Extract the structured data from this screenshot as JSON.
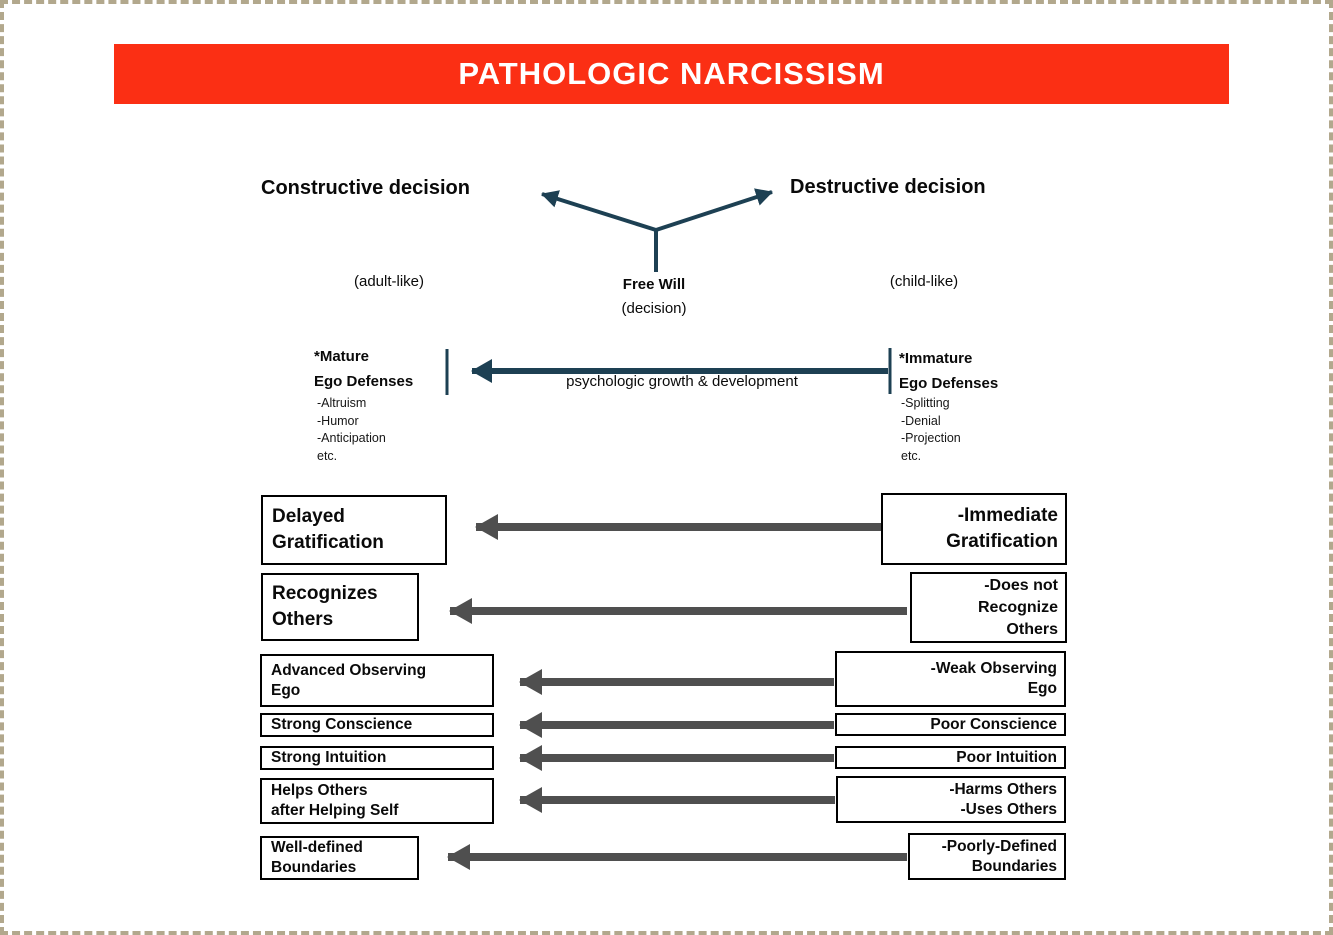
{
  "colors": {
    "accent_red": "#fb2f14",
    "navy_arrow": "#1d4053",
    "gray_arrow": "#4f4f4f",
    "frame_tan": "#b2a88d"
  },
  "banner": {
    "title": "PATHOLOGIC NARCISSISM"
  },
  "decision": {
    "constructive": "Constructive decision",
    "destructive": "Destructive decision",
    "adult_note": "(adult-like)",
    "child_note": "(child-like)",
    "free_will": "Free Will",
    "free_will_sub": "(decision)"
  },
  "defenses": {
    "mature": {
      "header": [
        "*Mature",
        "Ego Defenses"
      ],
      "items": [
        "-Altruism",
        "-Humor",
        "-Anticipation",
        "etc."
      ]
    },
    "immature": {
      "header": [
        "*Immature",
        "Ego Defenses"
      ],
      "items": [
        "-Splitting",
        "-Denial",
        "-Projection",
        "etc."
      ]
    },
    "growth_label": "psychologic growth & development"
  },
  "rows": [
    {
      "left": [
        "Delayed",
        "Gratification"
      ],
      "right": [
        "-Immediate",
        "Gratification"
      ]
    },
    {
      "left": [
        "Recognizes",
        "Others"
      ],
      "right": [
        "-Does not",
        "Recognize",
        "Others"
      ]
    },
    {
      "left": [
        "Advanced Observing",
        "Ego"
      ],
      "right": [
        "-Weak Observing",
        "Ego"
      ]
    },
    {
      "left": [
        "Strong Conscience"
      ],
      "right": [
        "Poor Conscience"
      ]
    },
    {
      "left": [
        "Strong Intuition"
      ],
      "right": [
        "Poor Intuition"
      ]
    },
    {
      "left": [
        "Helps Others",
        "after Helping Self"
      ],
      "right": [
        "-Harms Others",
        "-Uses Others"
      ]
    },
    {
      "left": [
        "Well-defined",
        "Boundaries"
      ],
      "right": [
        "-Poorly-Defined",
        "Boundaries"
      ]
    }
  ]
}
